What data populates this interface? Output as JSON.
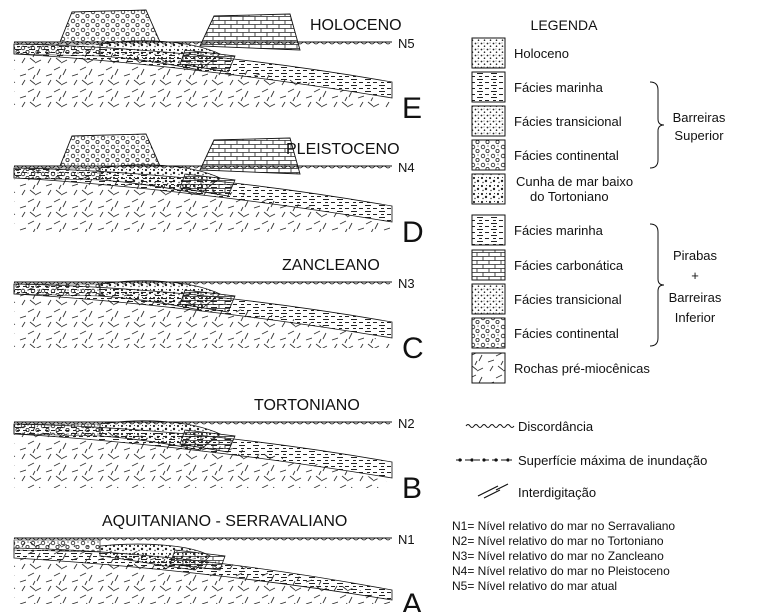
{
  "stages": [
    {
      "title": "HOLOCENO",
      "level": "N5",
      "letter": "E"
    },
    {
      "title": "PLEISTOCENO",
      "level": "N4",
      "letter": "D"
    },
    {
      "title": "ZANCLEANO",
      "level": "N3",
      "letter": "C"
    },
    {
      "title": "TORTONIANO",
      "level": "N2",
      "letter": "B"
    },
    {
      "title": "AQUITANIANO - SERRAVALIANO",
      "level": "N1",
      "letter": "A"
    }
  ],
  "legend": {
    "title": "LEGENDA",
    "items": [
      {
        "label": "Holoceno",
        "pattern": "dots-dense"
      },
      {
        "label": "Fácies marinha",
        "pattern": "dashes"
      },
      {
        "label": "Fácies transicional",
        "pattern": "dots-dense"
      },
      {
        "label": "Fácies continental",
        "pattern": "circles"
      },
      {
        "label": "Cunha de mar baixo",
        "label2": "do Tortoniano",
        "pattern": "speckle"
      },
      {
        "label": "Fácies marinha",
        "pattern": "dashes"
      },
      {
        "label": "Fácies carbonática",
        "pattern": "bricks"
      },
      {
        "label": "Fácies transicional",
        "pattern": "dots-dense"
      },
      {
        "label": "Fácies continental",
        "pattern": "circles"
      },
      {
        "label": "Rochas pré-miocênicas",
        "pattern": "ticks"
      }
    ],
    "group_upper": {
      "line1": "Barreiras",
      "line2": "Superior"
    },
    "group_lower": {
      "line1": "Pirabas",
      "line2": "+",
      "line3": "Barreiras",
      "line4": "Inferior"
    }
  },
  "symbols": [
    {
      "label": "Discordância",
      "icon": "wavy-line-icon"
    },
    {
      "label": "Superfície máxima de inundação",
      "icon": "dotted-line-icon"
    },
    {
      "label": "Interdigitação",
      "icon": "interfingering-icon"
    }
  ],
  "notes": [
    "N1= Nível relativo do mar no Serravaliano",
    "N2= Nível relativo do mar no Tortoniano",
    "N3= Nível relativo do mar no Zancleano",
    "N4= Nível relativo do mar no Pleistoceno",
    "N5= Nível relativo do mar atual"
  ]
}
